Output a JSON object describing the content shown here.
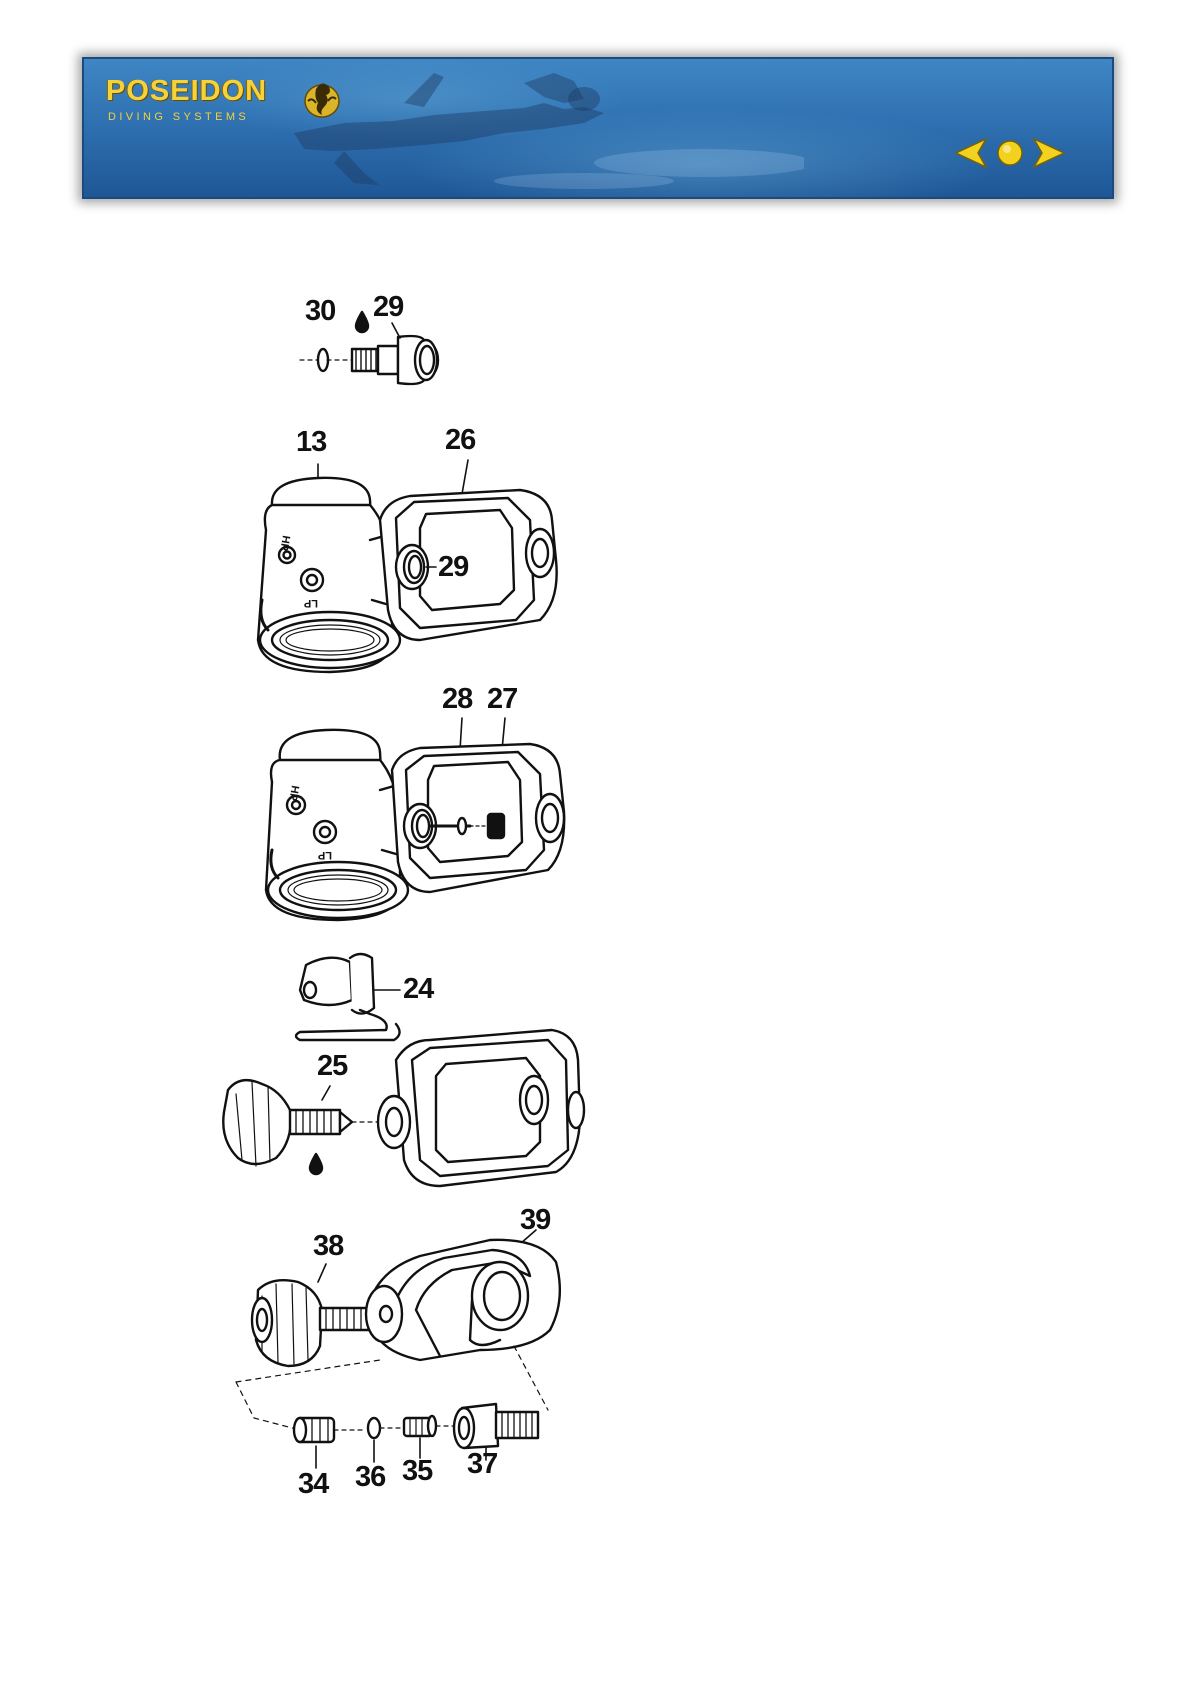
{
  "header": {
    "logo_title": "POSEIDON",
    "logo_subtitle": "DIVING SYSTEMS",
    "logo_emblem_icon": "seahorse-emblem-icon",
    "nav": {
      "prev_icon": "arrow-left-icon",
      "home_icon": "circle-dot-icon",
      "next_icon": "arrow-right-icon",
      "accent_color": "#f2d21e"
    },
    "banner_color": "#2f71b2"
  },
  "diagram": {
    "callouts": {
      "c30": "30",
      "c29_top": "29",
      "c13": "13",
      "c26": "26",
      "c29_mid": "29",
      "c28": "28",
      "c27": "27",
      "c24": "24",
      "c25": "25",
      "c39": "39",
      "c38": "38",
      "c34": "34",
      "c36": "36",
      "c35": "35",
      "c37": "37"
    },
    "body_markings": {
      "hp": "HP",
      "lp": "LP"
    },
    "icons": {
      "grease_drop_top": "grease-drop-icon",
      "grease_drop_bottom": "grease-drop-icon"
    }
  }
}
